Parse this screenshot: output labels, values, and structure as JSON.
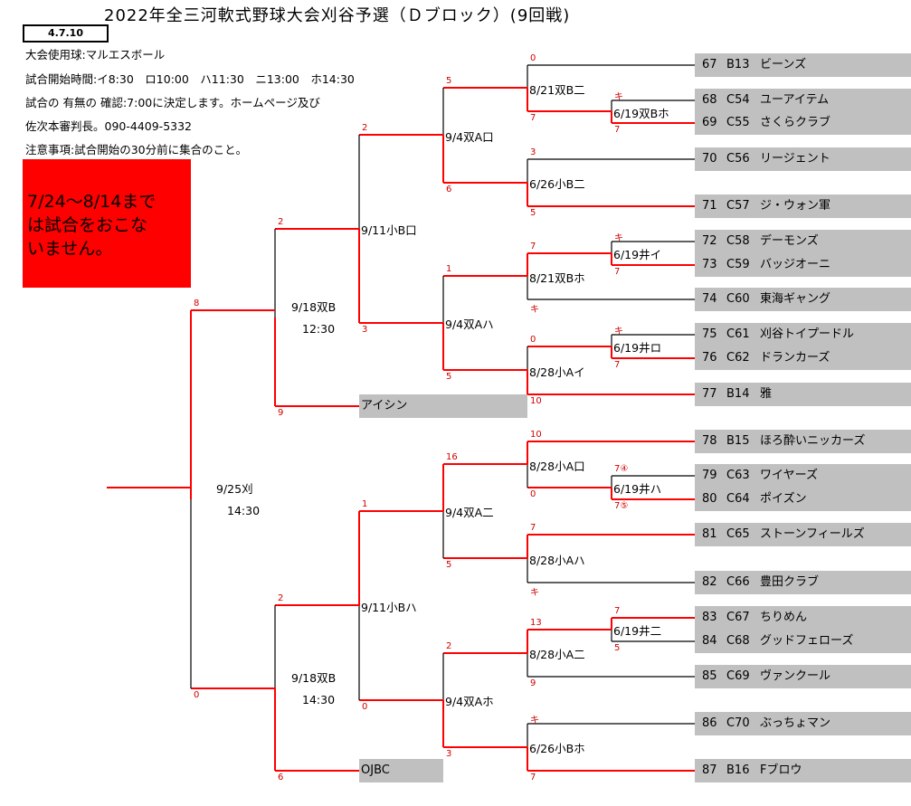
{
  "title": "2022年全三河軟式野球大会刈谷予選（Ｄブロック）(9回戦)",
  "date_box": "4.7.10",
  "info_lines": [
    "大会使用球:マルエスボール",
    "試合開始時間:イ8:30　ロ10:00　ハ11:30　ニ13:00　ホ14:30",
    "試合の 有無の 確認:7:00に決定します。ホームページ及び",
    "佐次本審判長。090-4409-5332",
    "注意事項:試合開始の30分前に集合のこと。"
  ],
  "notice": [
    "7/24～8/14まで",
    "は試合をおこな",
    "いません。"
  ],
  "colors": {
    "accent": "#ff0000",
    "team_bg": "#c0c0c0",
    "score": "#d00000"
  },
  "teams": [
    {
      "no": "67",
      "code": "B13",
      "name": "ビーンズ"
    },
    {
      "no": "68",
      "code": "C54",
      "name": "ユーアイテム"
    },
    {
      "no": "69",
      "code": "C55",
      "name": "さくらクラブ"
    },
    {
      "no": "70",
      "code": "C56",
      "name": "リージェント"
    },
    {
      "no": "71",
      "code": "C57",
      "name": "ジ・ウォン軍"
    },
    {
      "no": "72",
      "code": "C58",
      "name": "デーモンズ"
    },
    {
      "no": "73",
      "code": "C59",
      "name": "バッジオーニ"
    },
    {
      "no": "74",
      "code": "C60",
      "name": "東海ギャング"
    },
    {
      "no": "75",
      "code": "C61",
      "name": "刈谷トイプードル"
    },
    {
      "no": "76",
      "code": "C62",
      "name": "ドランカーズ"
    },
    {
      "no": "77",
      "code": "B14",
      "name": "雅"
    },
    {
      "no": "78",
      "code": "B15",
      "name": "ほろ酔いニッカーズ"
    },
    {
      "no": "79",
      "code": "C63",
      "name": "ワイヤーズ"
    },
    {
      "no": "80",
      "code": "C64",
      "name": "ポイズン"
    },
    {
      "no": "81",
      "code": "C65",
      "name": "ストーンフィールズ"
    },
    {
      "no": "82",
      "code": "C66",
      "name": "豊田クラブ"
    },
    {
      "no": "83",
      "code": "C67",
      "name": "ちりめん"
    },
    {
      "no": "84",
      "code": "C68",
      "name": "グッドフェローズ"
    },
    {
      "no": "85",
      "code": "C69",
      "name": "ヴァンクール"
    },
    {
      "no": "86",
      "code": "C70",
      "name": "ぶっちょマン"
    },
    {
      "no": "87",
      "code": "B16",
      "name": "Fブロウ"
    }
  ],
  "seeds": [
    "アイシン",
    "OJBC"
  ],
  "matches": [
    {
      "label": "6/19双Bホ",
      "scores": [
        "キ",
        "7"
      ],
      "winner": "bottom"
    },
    {
      "label": "8/21双B二",
      "scores": [
        "0",
        "7"
      ],
      "winner": "bottom"
    },
    {
      "label": "6/26小B二",
      "scores": [
        "3",
        "5"
      ],
      "winner": "bottom"
    },
    {
      "label": "9/4双A口",
      "scores": [
        "5",
        "6"
      ],
      "winner": "bottom"
    },
    {
      "label": "6/19井イ",
      "scores": [
        "キ",
        "7"
      ],
      "winner": "bottom"
    },
    {
      "label": "8/21双Bホ",
      "scores": [
        "7",
        "キ"
      ],
      "winner": "top"
    },
    {
      "label": "6/19井ロ",
      "scores": [
        "キ",
        "7"
      ],
      "winner": "bottom"
    },
    {
      "label": "8/28小Aイ",
      "scores": [
        "0",
        "10"
      ],
      "winner": "bottom"
    },
    {
      "label": "9/4双Aハ",
      "scores": [
        "1",
        "5"
      ],
      "winner": "bottom"
    },
    {
      "label": "9/11小B口",
      "scores": [
        "2",
        "3"
      ],
      "winner": "bottom"
    },
    {
      "label": "9/18双B",
      "time": "12:30",
      "scores": [
        "2",
        "9"
      ],
      "winner": "bottom"
    },
    {
      "label": "6/19井ハ",
      "scores": [
        "7④",
        "7⑤"
      ],
      "winner": "bottom"
    },
    {
      "label": "8/28小A口",
      "scores": [
        "10",
        "0"
      ],
      "winner": "top"
    },
    {
      "label": "8/28小Aハ",
      "scores": [
        "7",
        "キ"
      ],
      "winner": "top"
    },
    {
      "label": "9/4双A二",
      "scores": [
        "16",
        "5"
      ],
      "winner": "top"
    },
    {
      "label": "6/19井二",
      "scores": [
        "7",
        "5"
      ],
      "winner": "top"
    },
    {
      "label": "8/28小A二",
      "scores": [
        "13",
        "9"
      ],
      "winner": "top"
    },
    {
      "label": "6/26小Bホ",
      "scores": [
        "キ",
        "7"
      ],
      "winner": "bottom"
    },
    {
      "label": "9/4双Aホ",
      "scores": [
        "2",
        "3"
      ],
      "winner": "bottom"
    },
    {
      "label": "9/11小Bハ",
      "scores": [
        "1",
        "0"
      ],
      "winner": "top"
    },
    {
      "label": "9/18双B",
      "time": "14:30",
      "scores": [
        "2",
        "6"
      ],
      "winner": "bottom"
    },
    {
      "label": "9/25刈",
      "time": "14:30",
      "scores": [
        "8",
        "0"
      ],
      "winner": "top"
    }
  ]
}
